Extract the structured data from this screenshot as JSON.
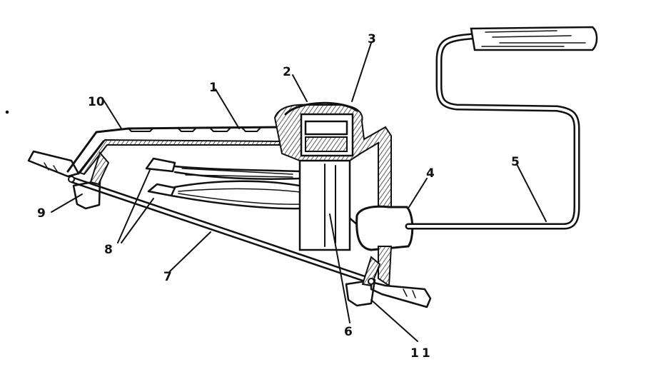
{
  "figure": {
    "callouts": [
      {
        "id": "c1",
        "label": "1"
      },
      {
        "id": "c2",
        "label": "2"
      },
      {
        "id": "c3",
        "label": "3"
      },
      {
        "id": "c4",
        "label": "4"
      },
      {
        "id": "c5",
        "label": "5"
      },
      {
        "id": "c6",
        "label": "6"
      },
      {
        "id": "c7",
        "label": "7"
      },
      {
        "id": "c8",
        "label": "8"
      },
      {
        "id": "c9",
        "label": "9"
      },
      {
        "id": "c10",
        "label": "10"
      },
      {
        "id": "c11",
        "label": "11"
      }
    ]
  }
}
